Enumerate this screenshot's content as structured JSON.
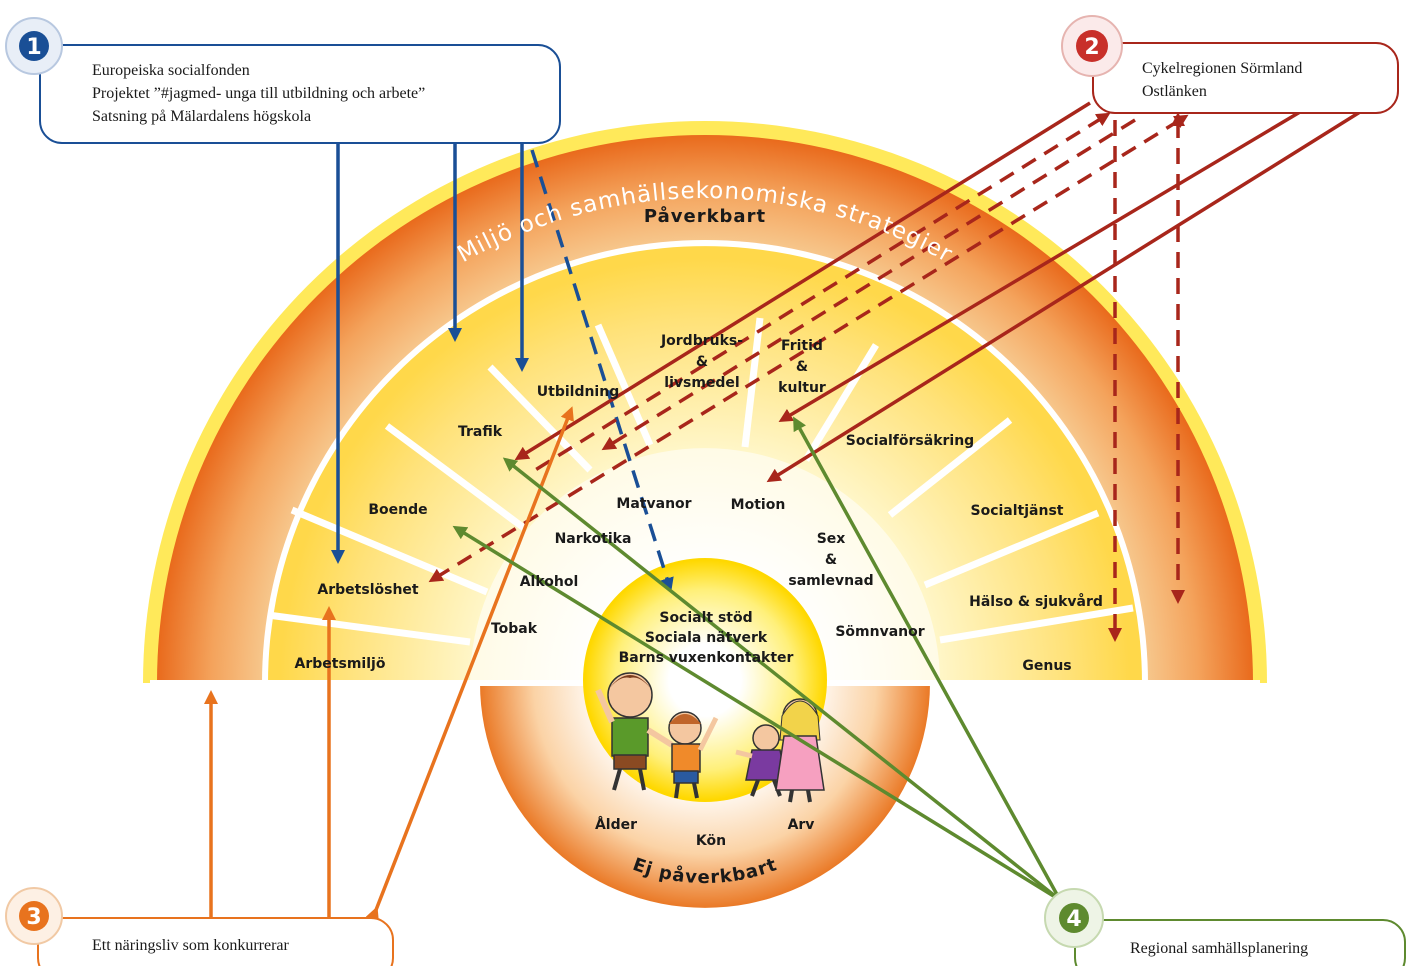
{
  "top_label": "Påverkbart",
  "ring_label": "Miljö och samhällsekonomiska strategier",
  "bottom_label": "Ej påverkbart",
  "segments": {
    "arbetsmiljo": "Arbetsmiljö",
    "arbetsloshet": "Arbetslöshet",
    "boende": "Boende",
    "trafik": "Trafik",
    "utbildning": "Utbildning",
    "jordbruk": [
      "Jordbruks-",
      "&",
      "livsmedel"
    ],
    "fritid": [
      "Fritid",
      "&",
      "kultur"
    ],
    "socialforsakring": "Socialförsäkring",
    "socialtjanst": "Socialtjänst",
    "halso": "Hälso & sjukvård",
    "genus": "Genus"
  },
  "determinants": {
    "tobak": "Tobak",
    "alkohol": "Alkohol",
    "narkotika": "Narkotika",
    "matvanor": "Matvanor",
    "motion": "Motion",
    "sex": [
      "Sex",
      "&",
      "samlevnad"
    ],
    "somnvanor": "Sömnvanor"
  },
  "center": [
    "Socialt stöd",
    "Sociala nätverk",
    "Barns vuxenkontakter"
  ],
  "bottom_items": {
    "alder": "Ålder",
    "kon": "Kön",
    "arv": "Arv"
  },
  "boxes": {
    "goal1": {
      "number": "1",
      "lines": [
        "Europeiska socialfonden",
        "Projektet ”#jagmed- unga till utbildning och arbete”",
        "Satsning på Mälardalens högskola"
      ],
      "color": "#1a4f96"
    },
    "goal2": {
      "number": "2",
      "lines": [
        "Cykelregionen Sörmland",
        "Ostlänken"
      ],
      "color": "#a8261b"
    },
    "goal3": {
      "number": "3",
      "lines": [
        "Ett näringsliv som konkurrerar"
      ],
      "color": "#e8731e"
    },
    "goal4": {
      "number": "4",
      "lines": [
        "Regional samhällsplanering"
      ],
      "color": "#5e8a2f"
    }
  }
}
